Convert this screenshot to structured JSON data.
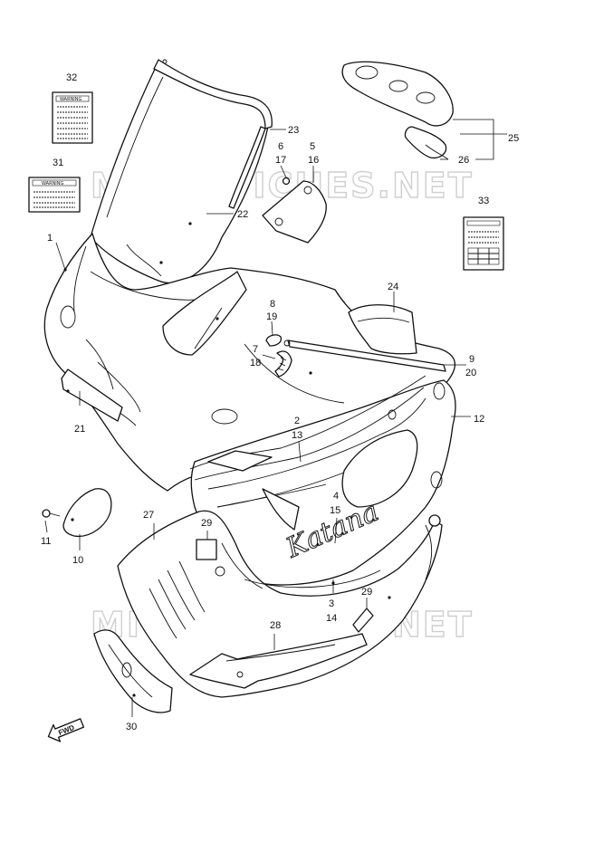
{
  "watermark": "MICROFICHES.NET",
  "fwd_label": "FWD",
  "decal_text": "Katana",
  "warning_label_text": "WARNING",
  "callouts": [
    {
      "id": "c1",
      "text": "1"
    },
    {
      "id": "c2",
      "text": "2"
    },
    {
      "id": "c13",
      "text": "13"
    },
    {
      "id": "c3",
      "text": "3"
    },
    {
      "id": "c14",
      "text": "14"
    },
    {
      "id": "c4",
      "text": "4"
    },
    {
      "id": "c15",
      "text": "15"
    },
    {
      "id": "c5",
      "text": "5"
    },
    {
      "id": "c16",
      "text": "16"
    },
    {
      "id": "c6",
      "text": "6"
    },
    {
      "id": "c17",
      "text": "17"
    },
    {
      "id": "c7",
      "text": "7"
    },
    {
      "id": "c18",
      "text": "18"
    },
    {
      "id": "c8",
      "text": "8"
    },
    {
      "id": "c19",
      "text": "19"
    },
    {
      "id": "c9",
      "text": "9"
    },
    {
      "id": "c20",
      "text": "20"
    },
    {
      "id": "c10",
      "text": "10"
    },
    {
      "id": "c11",
      "text": "11"
    },
    {
      "id": "c12",
      "text": "12"
    },
    {
      "id": "c21",
      "text": "21"
    },
    {
      "id": "c22",
      "text": "22"
    },
    {
      "id": "c23",
      "text": "23"
    },
    {
      "id": "c24",
      "text": "24"
    },
    {
      "id": "c25",
      "text": "25"
    },
    {
      "id": "c26",
      "text": "26"
    },
    {
      "id": "c27",
      "text": "27"
    },
    {
      "id": "c28",
      "text": "28"
    },
    {
      "id": "c29a",
      "text": "29"
    },
    {
      "id": "c29b",
      "text": "29"
    },
    {
      "id": "c30",
      "text": "30"
    },
    {
      "id": "c31",
      "text": "31"
    },
    {
      "id": "c32",
      "text": "32"
    },
    {
      "id": "c33",
      "text": "33"
    }
  ]
}
